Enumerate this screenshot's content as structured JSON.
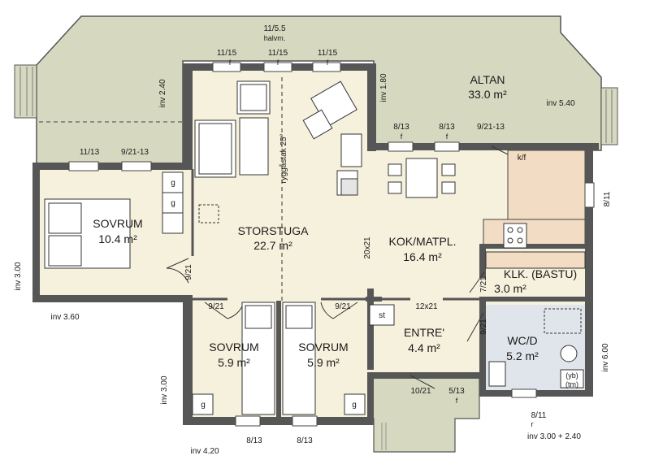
{
  "rooms": {
    "altan": {
      "name": "ALTAN",
      "area": "33.0 m²"
    },
    "storstuga": {
      "name": "STORSTUGA",
      "area": "22.7 m²"
    },
    "kok": {
      "name": "KOK/MATPL.",
      "area": "16.4 m²"
    },
    "sovrum_big": {
      "name": "SOVRUM",
      "area": "10.4 m²"
    },
    "sovrum_a": {
      "name": "SOVRUM",
      "area": "5.9 m²"
    },
    "sovrum_b": {
      "name": "SOVRUM",
      "area": "5.9 m²"
    },
    "klk": {
      "name": "KLK. (BASTU)",
      "area": "3.0 m²"
    },
    "entre": {
      "name": "ENTRE'",
      "area": "4.4 m²"
    },
    "wc": {
      "name": "WC/D",
      "area": "5.2 m²"
    }
  },
  "labels": {
    "top_window": "11/5.5",
    "halvm": "halvm.",
    "win_11_15": "11/15",
    "win_11_13": "11/13",
    "win_9_21_13": "9/21-13",
    "win_8_13": "8/13",
    "win_8_11": "8/11",
    "win_5_13": "5/13",
    "door_9_21": "9/21",
    "door_10_21": "10/21",
    "door_12_21": "12x21",
    "door_20_21": "20x21",
    "door_7_21": "7/21",
    "ryggastak": "ryggåstak 25°",
    "inv_240": "inv 2.40",
    "inv_180": "inv 1.80",
    "inv_540": "inv 5.40",
    "inv_300": "inv 3.00",
    "inv_360": "inv 3.60",
    "inv_420": "inv 4.20",
    "inv_600": "inv 6.00",
    "inv_bottom": "inv 3.00 + 2.40",
    "kf": "k/f",
    "st": "st",
    "g": "g",
    "f": "f",
    "r": "r",
    "yb": "(yb)",
    "tm": "(tm)"
  },
  "colors": {
    "wall": "#565656",
    "deck": "#d6d9c0",
    "floor": "#f6f1dd",
    "kitchen": "#f2dcc3",
    "wc": "#dfe5ea",
    "line": "#2a2a2a"
  }
}
